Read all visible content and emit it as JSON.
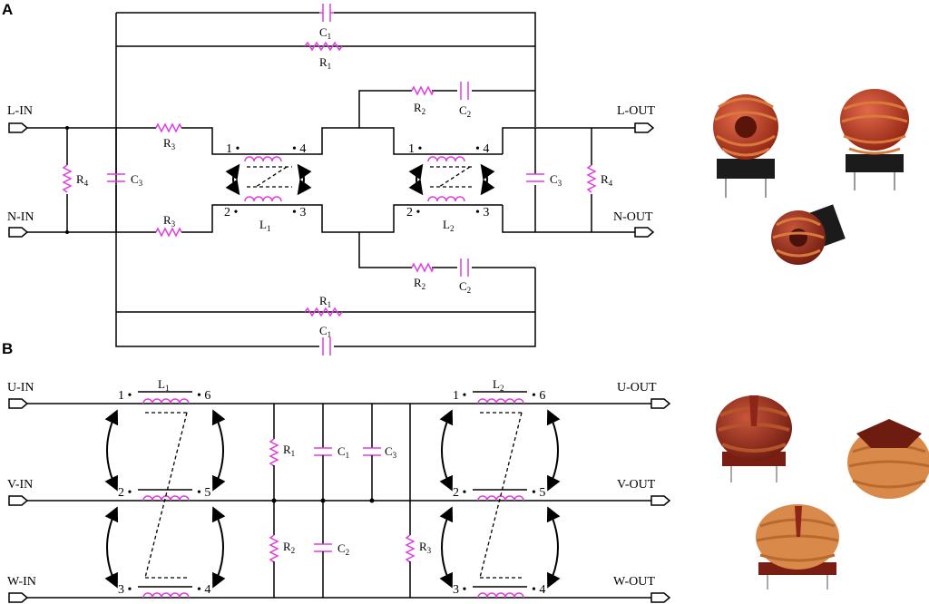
{
  "panel_a": {
    "label": "A",
    "terminals": {
      "l_in": "L-IN",
      "n_in": "N-IN",
      "l_out": "L-OUT",
      "n_out": "N-OUT"
    },
    "components": {
      "c1": "C",
      "c1_sub": "1",
      "r1": "R",
      "r1_sub": "1",
      "r2": "R",
      "r2_sub": "2",
      "c2": "C",
      "c2_sub": "2",
      "r3": "R",
      "r3_sub": "3",
      "r4": "R",
      "r4_sub": "4",
      "c3": "C",
      "c3_sub": "3",
      "l1": "L",
      "l1_sub": "1",
      "l2": "L",
      "l2_sub": "2"
    },
    "pins": {
      "p1": "1",
      "p2": "2",
      "p3": "3",
      "p4": "4"
    }
  },
  "panel_b": {
    "label": "B",
    "terminals": {
      "u_in": "U-IN",
      "v_in": "V-IN",
      "w_in": "W-IN",
      "u_out": "U-OUT",
      "v_out": "V-OUT",
      "w_out": "W-OUT"
    },
    "components": {
      "l1": "L",
      "l1_sub": "1",
      "l2": "L",
      "l2_sub": "2",
      "r1": "R",
      "r1_sub": "1",
      "r2": "R",
      "r2_sub": "2",
      "r3": "R",
      "r3_sub": "3",
      "c1": "C",
      "c1_sub": "1",
      "c2": "C",
      "c2_sub": "2",
      "c3": "C",
      "c3_sub": "3"
    },
    "pins": {
      "p1": "1",
      "p2": "2",
      "p3": "3",
      "p4": "4",
      "p5": "5",
      "p6": "6"
    }
  },
  "colors": {
    "component": "#e03ce0",
    "wire": "#000000",
    "core_a": "#b8361c",
    "core_b": "#9c2a1c",
    "copper": "#d9793b"
  }
}
